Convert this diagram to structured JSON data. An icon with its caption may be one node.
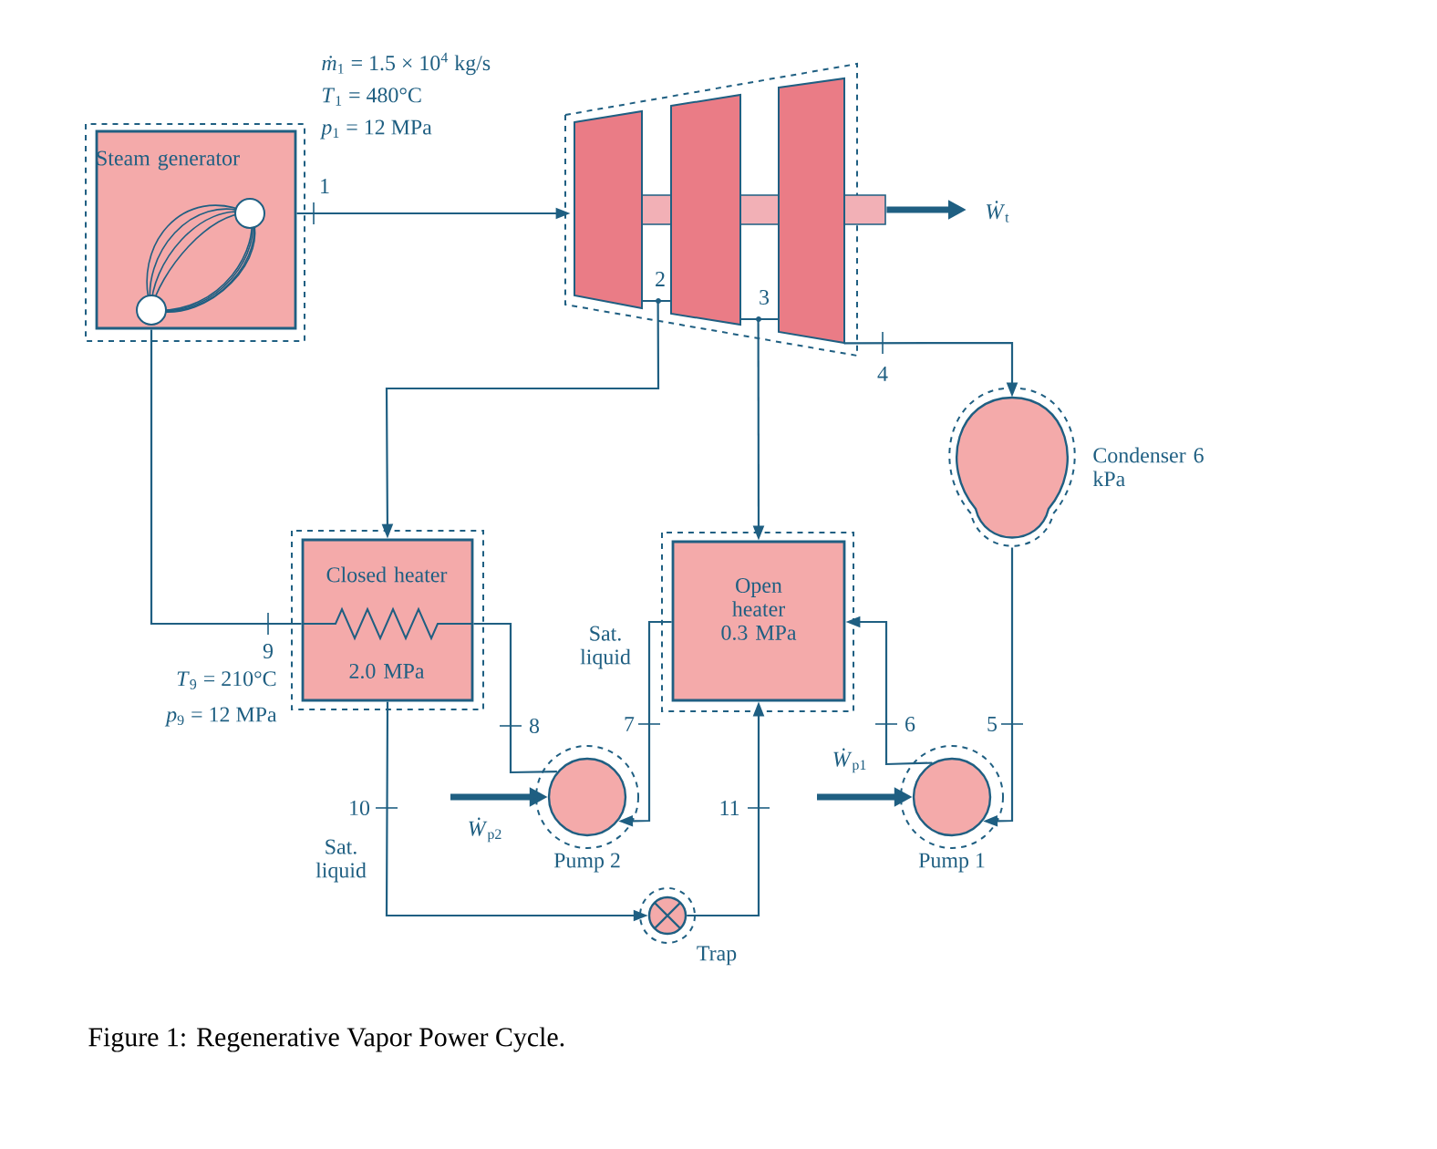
{
  "diagram": {
    "caption": "Figure 1: Regenerative Vapor Power Cycle.",
    "nodes": [
      {
        "text": [
          "Steam generator"
        ]
      },
      {
        "text": [],
        "shape": "turbine"
      },
      {
        "text": [
          "Condenser 6 kPa"
        ]
      },
      {
        "text": [
          "Closed heater",
          "2.0 MPa"
        ]
      },
      {
        "text": [
          "Open heater 0.3 MPa"
        ]
      },
      {
        "text": [
          "Pump 2"
        ]
      },
      {
        "text": [
          "Pump 1"
        ]
      },
      {
        "text": [
          "Trap"
        ]
      }
    ],
    "edges": [
      {
        "from": 0,
        "to": 1,
        "arrow": "to",
        "label": "1"
      },
      {
        "from": 1,
        "to": 3,
        "arrow": "to",
        "label": "2"
      },
      {
        "from": 1,
        "to": 4,
        "arrow": "to",
        "label": "3"
      },
      {
        "from": 1,
        "to": 2,
        "arrow": "to",
        "label": "4"
      },
      {
        "from": 2,
        "to": 6,
        "arrow": "to",
        "label": "5"
      },
      {
        "from": 6,
        "to": 4,
        "arrow": "to",
        "label": "6"
      },
      {
        "from": 4,
        "to": 5,
        "arrow": "to",
        "label": "7"
      },
      {
        "from": 5,
        "to": 3,
        "arrow": "none",
        "label": "8"
      },
      {
        "from": 3,
        "to": 0,
        "arrow": "none",
        "label": "9"
      },
      {
        "from": 3,
        "to": 7,
        "arrow": "to",
        "label": "10"
      },
      {
        "from": 7,
        "to": 4,
        "arrow": "to",
        "label": "11"
      },
      {
        "from": 1,
        "to": null,
        "arrow": "to",
        "label": "*Ẇ*$_{t}$",
        "style": "thick"
      },
      {
        "from": null,
        "to": 5,
        "arrow": "to",
        "label": "*Ẇ*$_{p2}$",
        "style": "thick"
      },
      {
        "from": null,
        "to": 6,
        "arrow": "to",
        "label": "*Ẇ*$_{p1}$",
        "style": "thick"
      }
    ],
    "labels": [
      "*ṁ*$_{1}$ = 1.5 × 10$^{4}$ kg/s",
      "*T*$_{1}$ = 480°C",
      "*p*$_{1}$ = 12 MPa",
      "*T*$_{9}$ = 210°C",
      "*p*$_{9}$ = 12 MPa",
      "Sat. liquid",
      "Sat. liquid"
    ]
  }
}
